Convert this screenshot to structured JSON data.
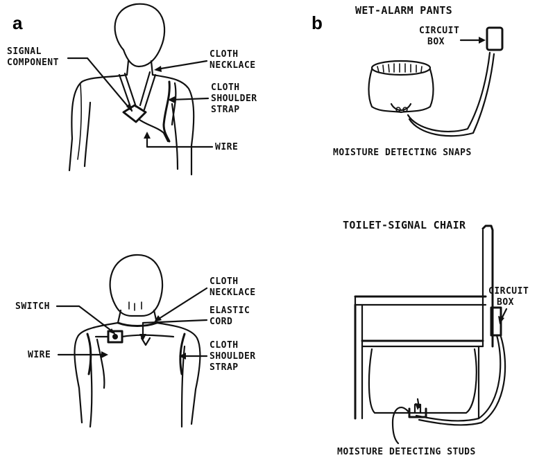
{
  "panels": {
    "a": "a",
    "b": "b"
  },
  "figure_a_front": {
    "signal_component_1": "SIGNAL",
    "signal_component_2": "COMPONENT",
    "cloth_necklace_1": "CLOTH",
    "cloth_necklace_2": "NECKLACE",
    "cloth_shoulder_1": "CLOTH",
    "cloth_shoulder_2": "SHOULDER",
    "cloth_shoulder_3": "STRAP",
    "wire": "WIRE"
  },
  "figure_a_back": {
    "cloth_necklace_1": "CLOTH",
    "cloth_necklace_2": "NECKLACE",
    "switch": "SWITCH",
    "elastic_cord_1": "ELASTIC",
    "elastic_cord_2": "CORD",
    "wire": "WIRE",
    "cloth_shoulder_1": "CLOTH",
    "cloth_shoulder_2": "SHOULDER",
    "cloth_shoulder_3": "STRAP"
  },
  "figure_b_pants": {
    "title": "WET-ALARM PANTS",
    "circuit_box_1": "CIRCUIT",
    "circuit_box_2": "BOX",
    "snaps": "MOISTURE DETECTING SNAPS"
  },
  "figure_b_chair": {
    "title": "TOILET-SIGNAL CHAIR",
    "circuit_box_1": "CIRCUIT",
    "circuit_box_2": "BOX",
    "studs": "MOISTURE DETECTING STUDS"
  }
}
